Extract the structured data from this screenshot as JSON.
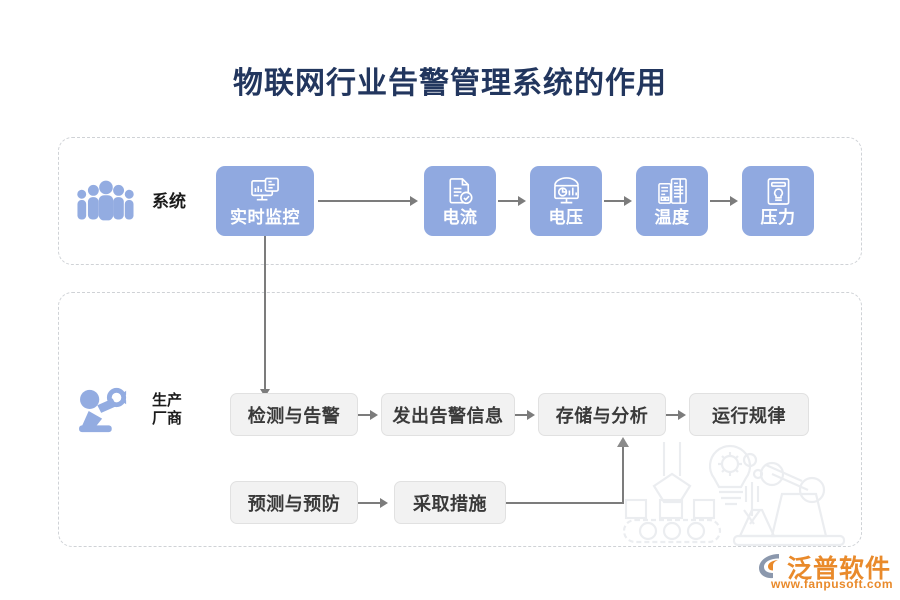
{
  "page": {
    "title": "物联网行业告警管理系统的作用",
    "title_color": "#22365e",
    "background": "#ffffff"
  },
  "colors": {
    "chip_blue": "#90a9e0",
    "chip_grey": "#f2f2f2",
    "chip_grey_border": "#e1e1e1",
    "chip_grey_text": "#3a3a3a",
    "connector": "#7c7c7c",
    "panel_border": "#cfd2d6",
    "logo_orange": "#e98a2b",
    "watermark": "#eceef1"
  },
  "panels": [
    {
      "id": "system",
      "label": "系统",
      "icon": "people-group-icon",
      "nodes": [
        {
          "label": "实时监控",
          "icon": "monitor-dashboard-icon",
          "style": "blue",
          "wide": true
        },
        {
          "label": "电流",
          "icon": "document-check-icon",
          "style": "blue",
          "wide": false
        },
        {
          "label": "电压",
          "icon": "screen-chart-icon",
          "style": "blue",
          "wide": false
        },
        {
          "label": "温度",
          "icon": "control-panel-icon",
          "style": "blue",
          "wide": false
        },
        {
          "label": "压力",
          "icon": "gauge-meter-icon",
          "style": "blue",
          "wide": false
        }
      ]
    },
    {
      "id": "producer",
      "label": "生产\n厂商",
      "icon": "robot-arm-icon",
      "rows": [
        {
          "id": "main-flow",
          "nodes": [
            {
              "label": "检测与告警",
              "style": "grey"
            },
            {
              "label": "发出告警信息",
              "style": "grey"
            },
            {
              "label": "存储与分析",
              "style": "grey"
            },
            {
              "label": "运行规律",
              "style": "grey"
            }
          ]
        },
        {
          "id": "prevention-flow",
          "nodes": [
            {
              "label": "预测与预防",
              "style": "grey"
            },
            {
              "label": "采取措施",
              "style": "grey"
            }
          ]
        }
      ]
    }
  ],
  "connectors": [
    {
      "id": "monitor-to-current",
      "from": "实时监控",
      "to": "电流",
      "kind": "arrow-right"
    },
    {
      "id": "current-to-voltage",
      "from": "电流",
      "to": "电压",
      "kind": "arrow-right"
    },
    {
      "id": "voltage-to-temperature",
      "from": "电压",
      "to": "温度",
      "kind": "arrow-right"
    },
    {
      "id": "temperature-to-pressure",
      "from": "温度",
      "to": "压力",
      "kind": "arrow-right"
    },
    {
      "id": "monitor-to-detect",
      "from": "实时监控",
      "to": "检测与告警",
      "kind": "arrow-down"
    },
    {
      "id": "detect-to-send",
      "from": "检测与告警",
      "to": "发出告警信息",
      "kind": "arrow-right"
    },
    {
      "id": "send-to-store",
      "from": "发出告警信息",
      "to": "存储与分析",
      "kind": "arrow-right"
    },
    {
      "id": "store-to-pattern",
      "from": "存储与分析",
      "to": "运行规律",
      "kind": "arrow-right"
    },
    {
      "id": "predict-to-measure",
      "from": "预测与预防",
      "to": "采取措施",
      "kind": "arrow-right"
    },
    {
      "id": "measure-to-store",
      "from": "采取措施",
      "to": "存储与分析",
      "kind": "elbow-up"
    }
  ],
  "watermark": {
    "icon": "industrial-automation-watermark",
    "description": "conveyor, gear-lightbulb and robot-arm line art"
  },
  "logo": {
    "mark": "fanpu-swoosh-icon",
    "brand": "泛普软件",
    "url": "www.fanpusoft.com"
  }
}
